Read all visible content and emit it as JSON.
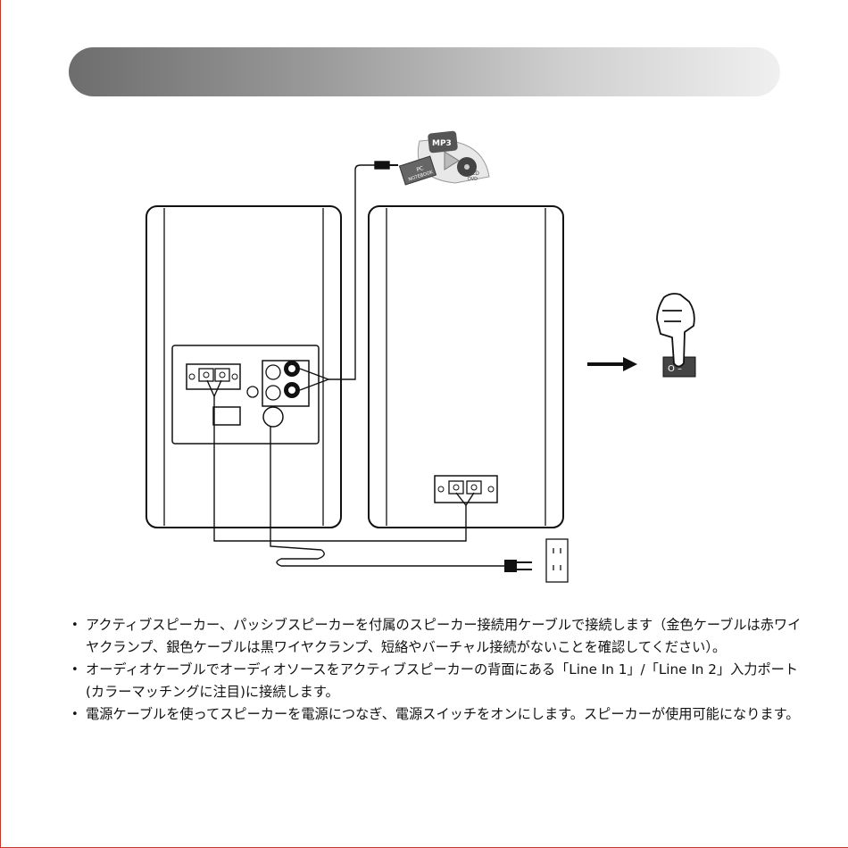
{
  "diagram": {
    "source_labels": {
      "mp3": "MP3",
      "pc": "PC",
      "notebook": "NOTEBOOK",
      "cd": "CD",
      "dvd": "DVD"
    },
    "switch_label": "O –"
  },
  "instructions": [
    "アクティブスピーカー、パッシブスピーカーを付属のスピーカー接続用ケーブルで接続します（金色ケーブルは赤ワイヤクランプ、銀色ケーブルは黒ワイヤクランプ、短絡やバーチャル接続がないことを確認してください）。",
    "オーディオケーブルでオーディオソースをアクティブスピーカーの背面にある「Line In 1」/「Line In 2」入力ポート(カラーマッチングに注目)に接続します。",
    "電源ケーブルを使ってスピーカーを電源につなぎ、電源スイッチをオンにします。スピーカーが使用可能になります。"
  ]
}
